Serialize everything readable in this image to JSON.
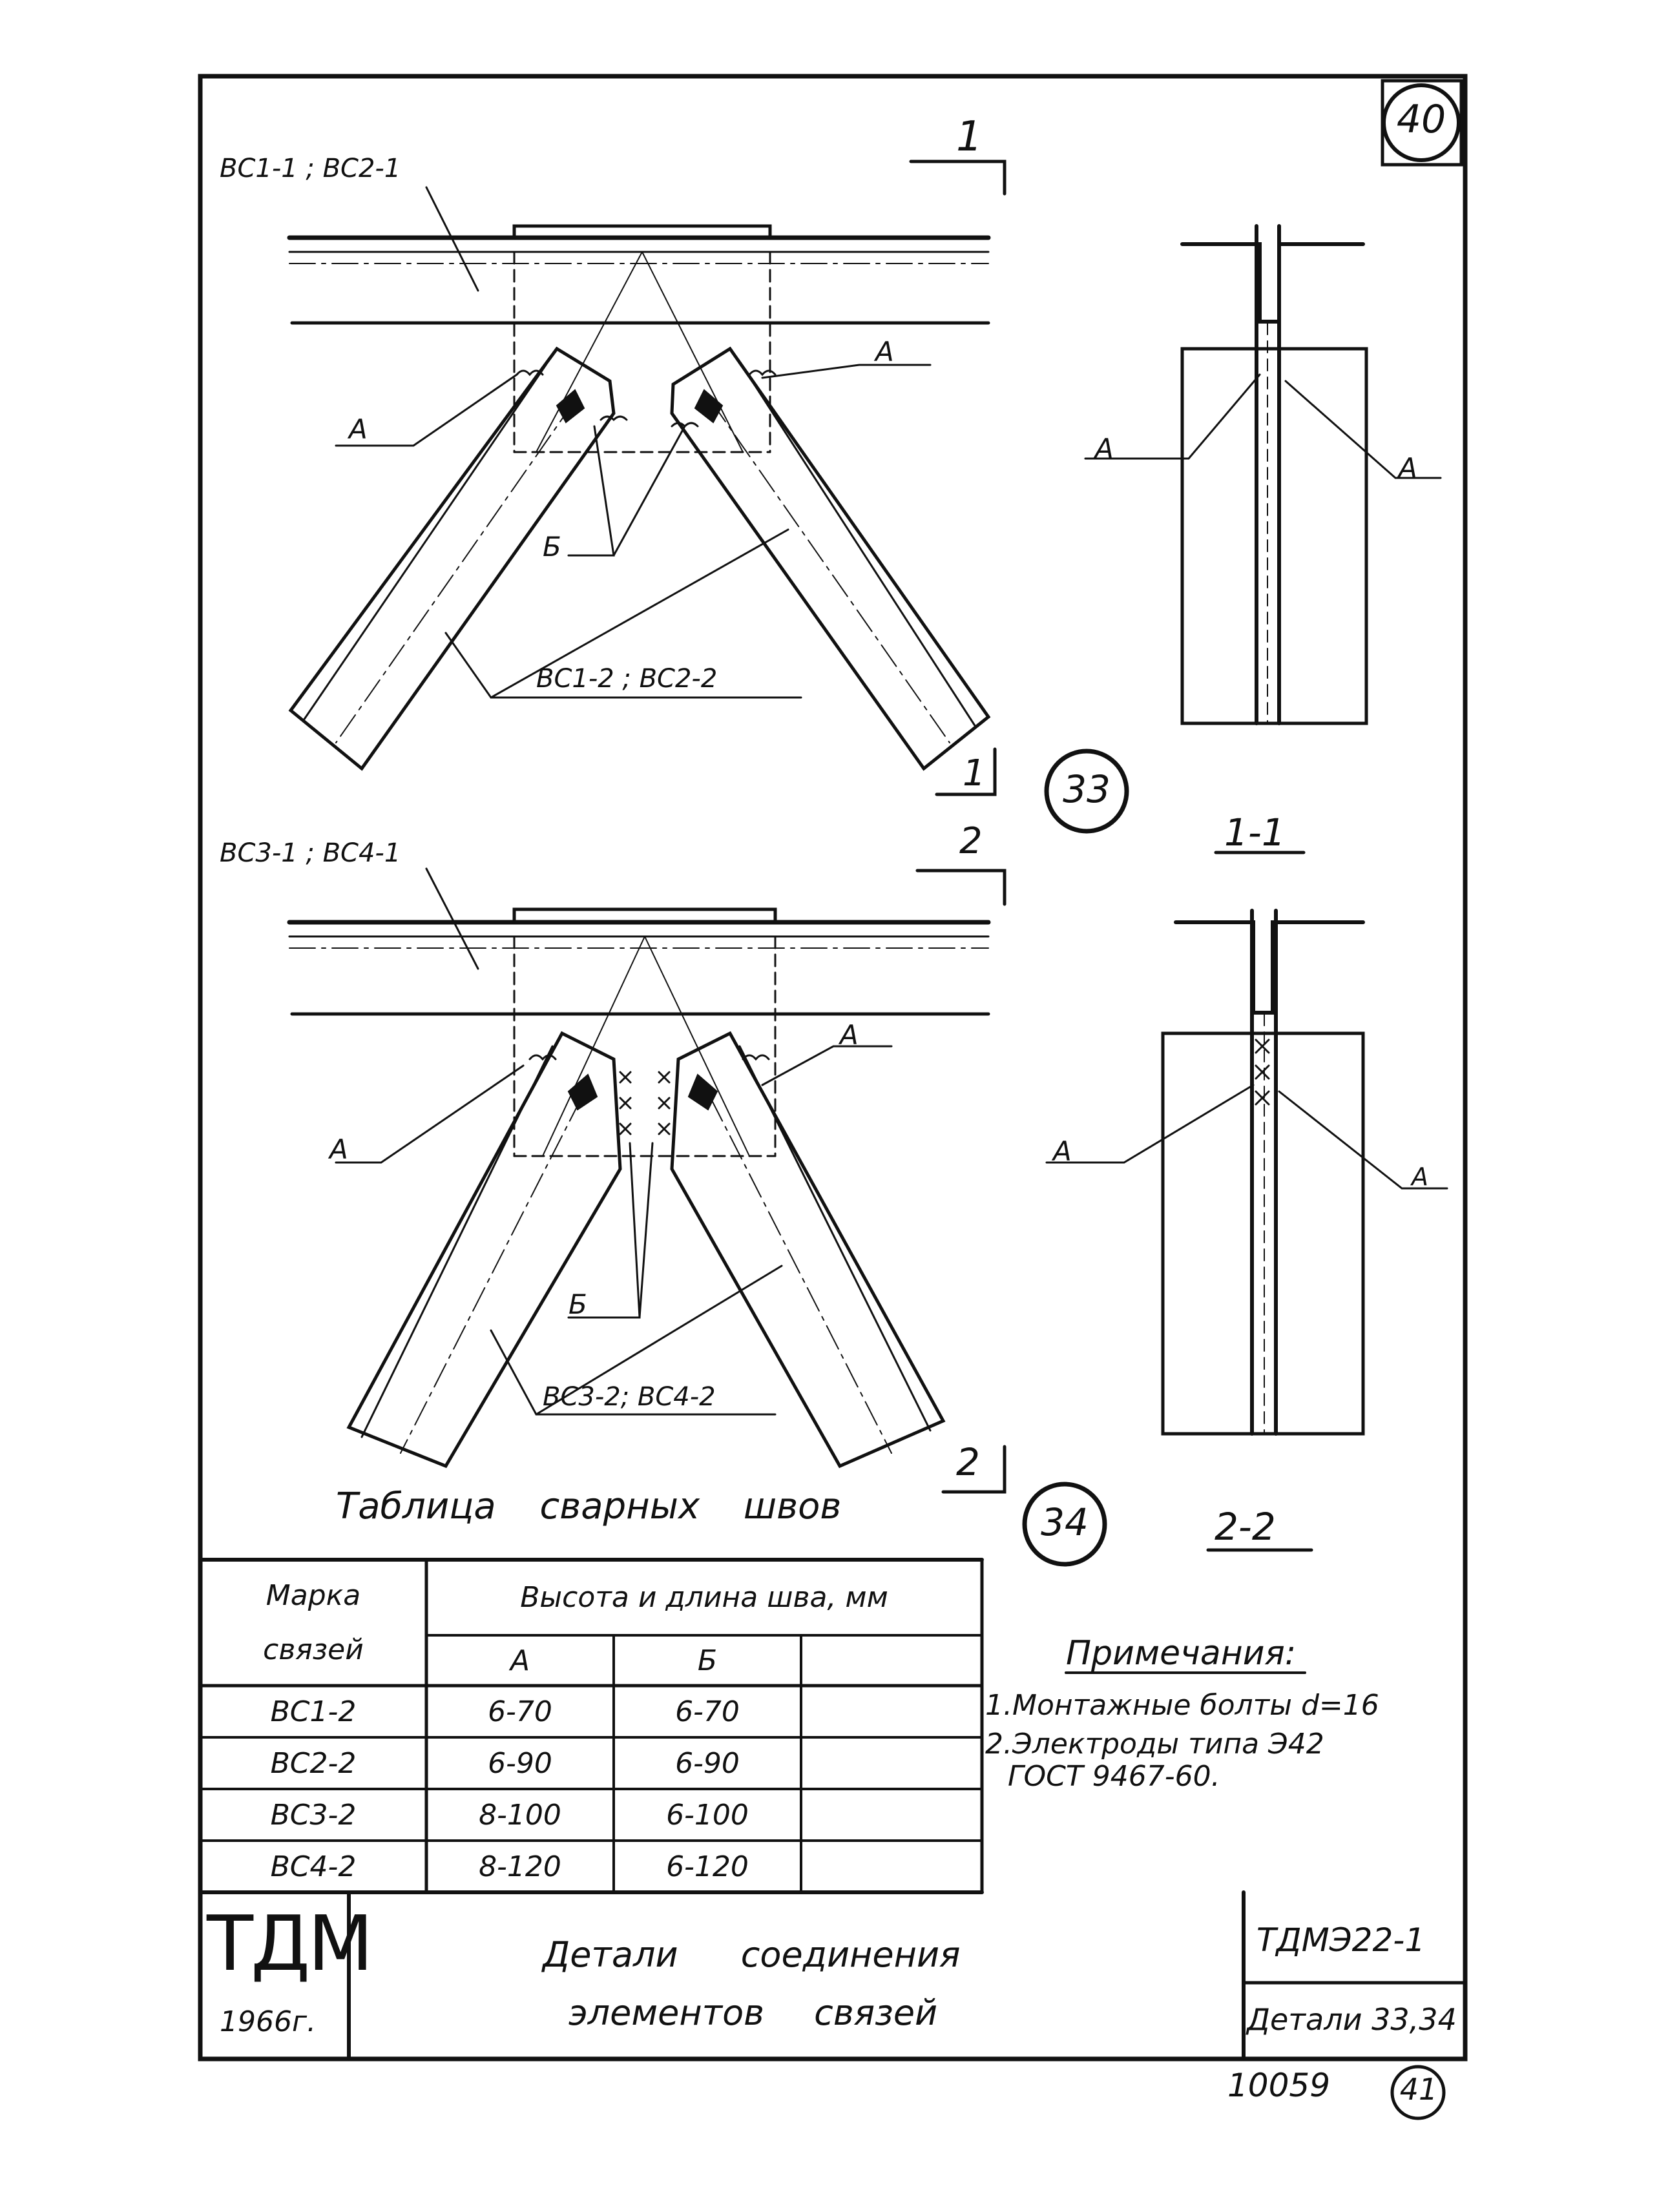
{
  "sheet_number": "40",
  "stamp_number": "41",
  "archive_number": "10059",
  "detail_33": {
    "circle": "33",
    "top_chord_label": "ВС1-1 ; ВС2-1",
    "diagonal_label": "ВС1-2 ; ВС2-2",
    "weld_a": "А",
    "weld_b": "Б",
    "cut_mark": "1",
    "section_title": "1-1"
  },
  "detail_34": {
    "circle": "34",
    "top_chord_label": "ВС3-1 ; ВС4-1",
    "diagonal_label": "ВС3-2; ВС4-2",
    "weld_a": "А",
    "weld_b": "Б",
    "cut_mark": "2",
    "section_title": "2-2"
  },
  "weld_table": {
    "title": "Таблица сварных швов",
    "col_mark": "Марка связей",
    "col_group": "Высота и длина шва, мм",
    "sub_a": "А",
    "sub_b": "Б",
    "rows": [
      {
        "mark": "ВС1-2",
        "a": "6-70",
        "b": "6-70"
      },
      {
        "mark": "ВС2-2",
        "a": "6-90",
        "b": "6-90"
      },
      {
        "mark": "ВС3-2",
        "a": "8-100",
        "b": "6-100"
      },
      {
        "mark": "ВС4-2",
        "a": "8-120",
        "b": "6-120"
      }
    ]
  },
  "notes": {
    "title": "Примечания:",
    "items": [
      "1.Монтажные болты d=16",
      "2.Электроды типа Э42",
      "ГОСТ 9467-60."
    ]
  },
  "title_block": {
    "org": "ТДМ",
    "year": "1966г.",
    "title_line1": "Детали соединения",
    "title_line2": "элементов связей",
    "series": "ТДМЭ22-1",
    "details": "Детали 33,34"
  }
}
